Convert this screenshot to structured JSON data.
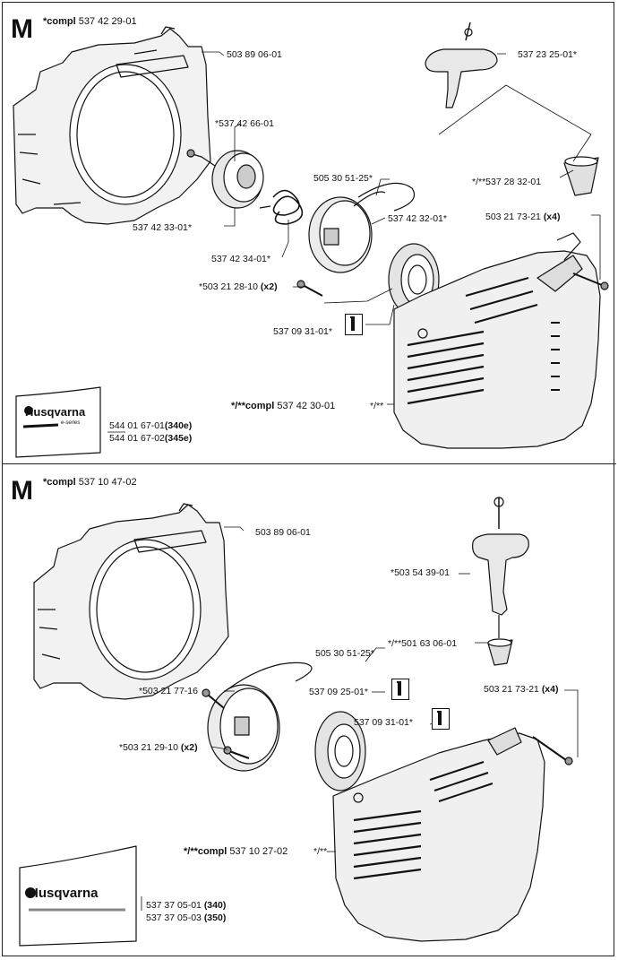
{
  "top": {
    "marker": "M",
    "compl_prefix": "*compl",
    "compl_number": "537 42 29-01",
    "decal_brand": "Husqvarna",
    "decal_series": "e-series",
    "labels": {
      "p1": "503 89 06-01",
      "p2": "*537 42 66-01",
      "p3": "537 23 25-01*",
      "p4": "505 30 51-25*",
      "p5": "*/**537 28 32-01",
      "p6": "537 42 32-01*",
      "p7": "537 42 33-01*",
      "p8": "503 21 73-21",
      "p8_qty": "(x4)",
      "p9": "537 42 34-01*",
      "p10": "*503 21 28-10",
      "p10_qty": "(x2)",
      "p11": "537 09 31-01*",
      "p12_prefix": "*/**compl",
      "p12": "537 42 30-01",
      "p13": "*/**",
      "d1": "544 01 67-01",
      "d1_model": "(340e)",
      "d2": "544 01 67-02",
      "d2_model": "(345e)"
    }
  },
  "bottom": {
    "marker": "M",
    "compl_prefix": "*compl",
    "compl_number": "537 10 47-02",
    "decal_brand": "Husqvarna",
    "labels": {
      "p1": "503 89 06-01",
      "p2": "*503 54 39-01",
      "p3": "505 30 51-25*",
      "p4": "*/**501 63 06-01",
      "p5": "*503 21 77-16",
      "p6": "537 09 25-01*",
      "p7": "503 21 73-21",
      "p7_qty": "(x4)",
      "p8": "537 09 31-01*",
      "p9": "*503 21 29-10",
      "p9_qty": "(x2)",
      "p10_prefix": "*/**compl",
      "p10": "537 10 27-02",
      "p11": "*/**",
      "d1": "537 37 05-01",
      "d1_model": "(340)",
      "d2": "537 37 05-03",
      "d2_model": "(350)"
    }
  }
}
